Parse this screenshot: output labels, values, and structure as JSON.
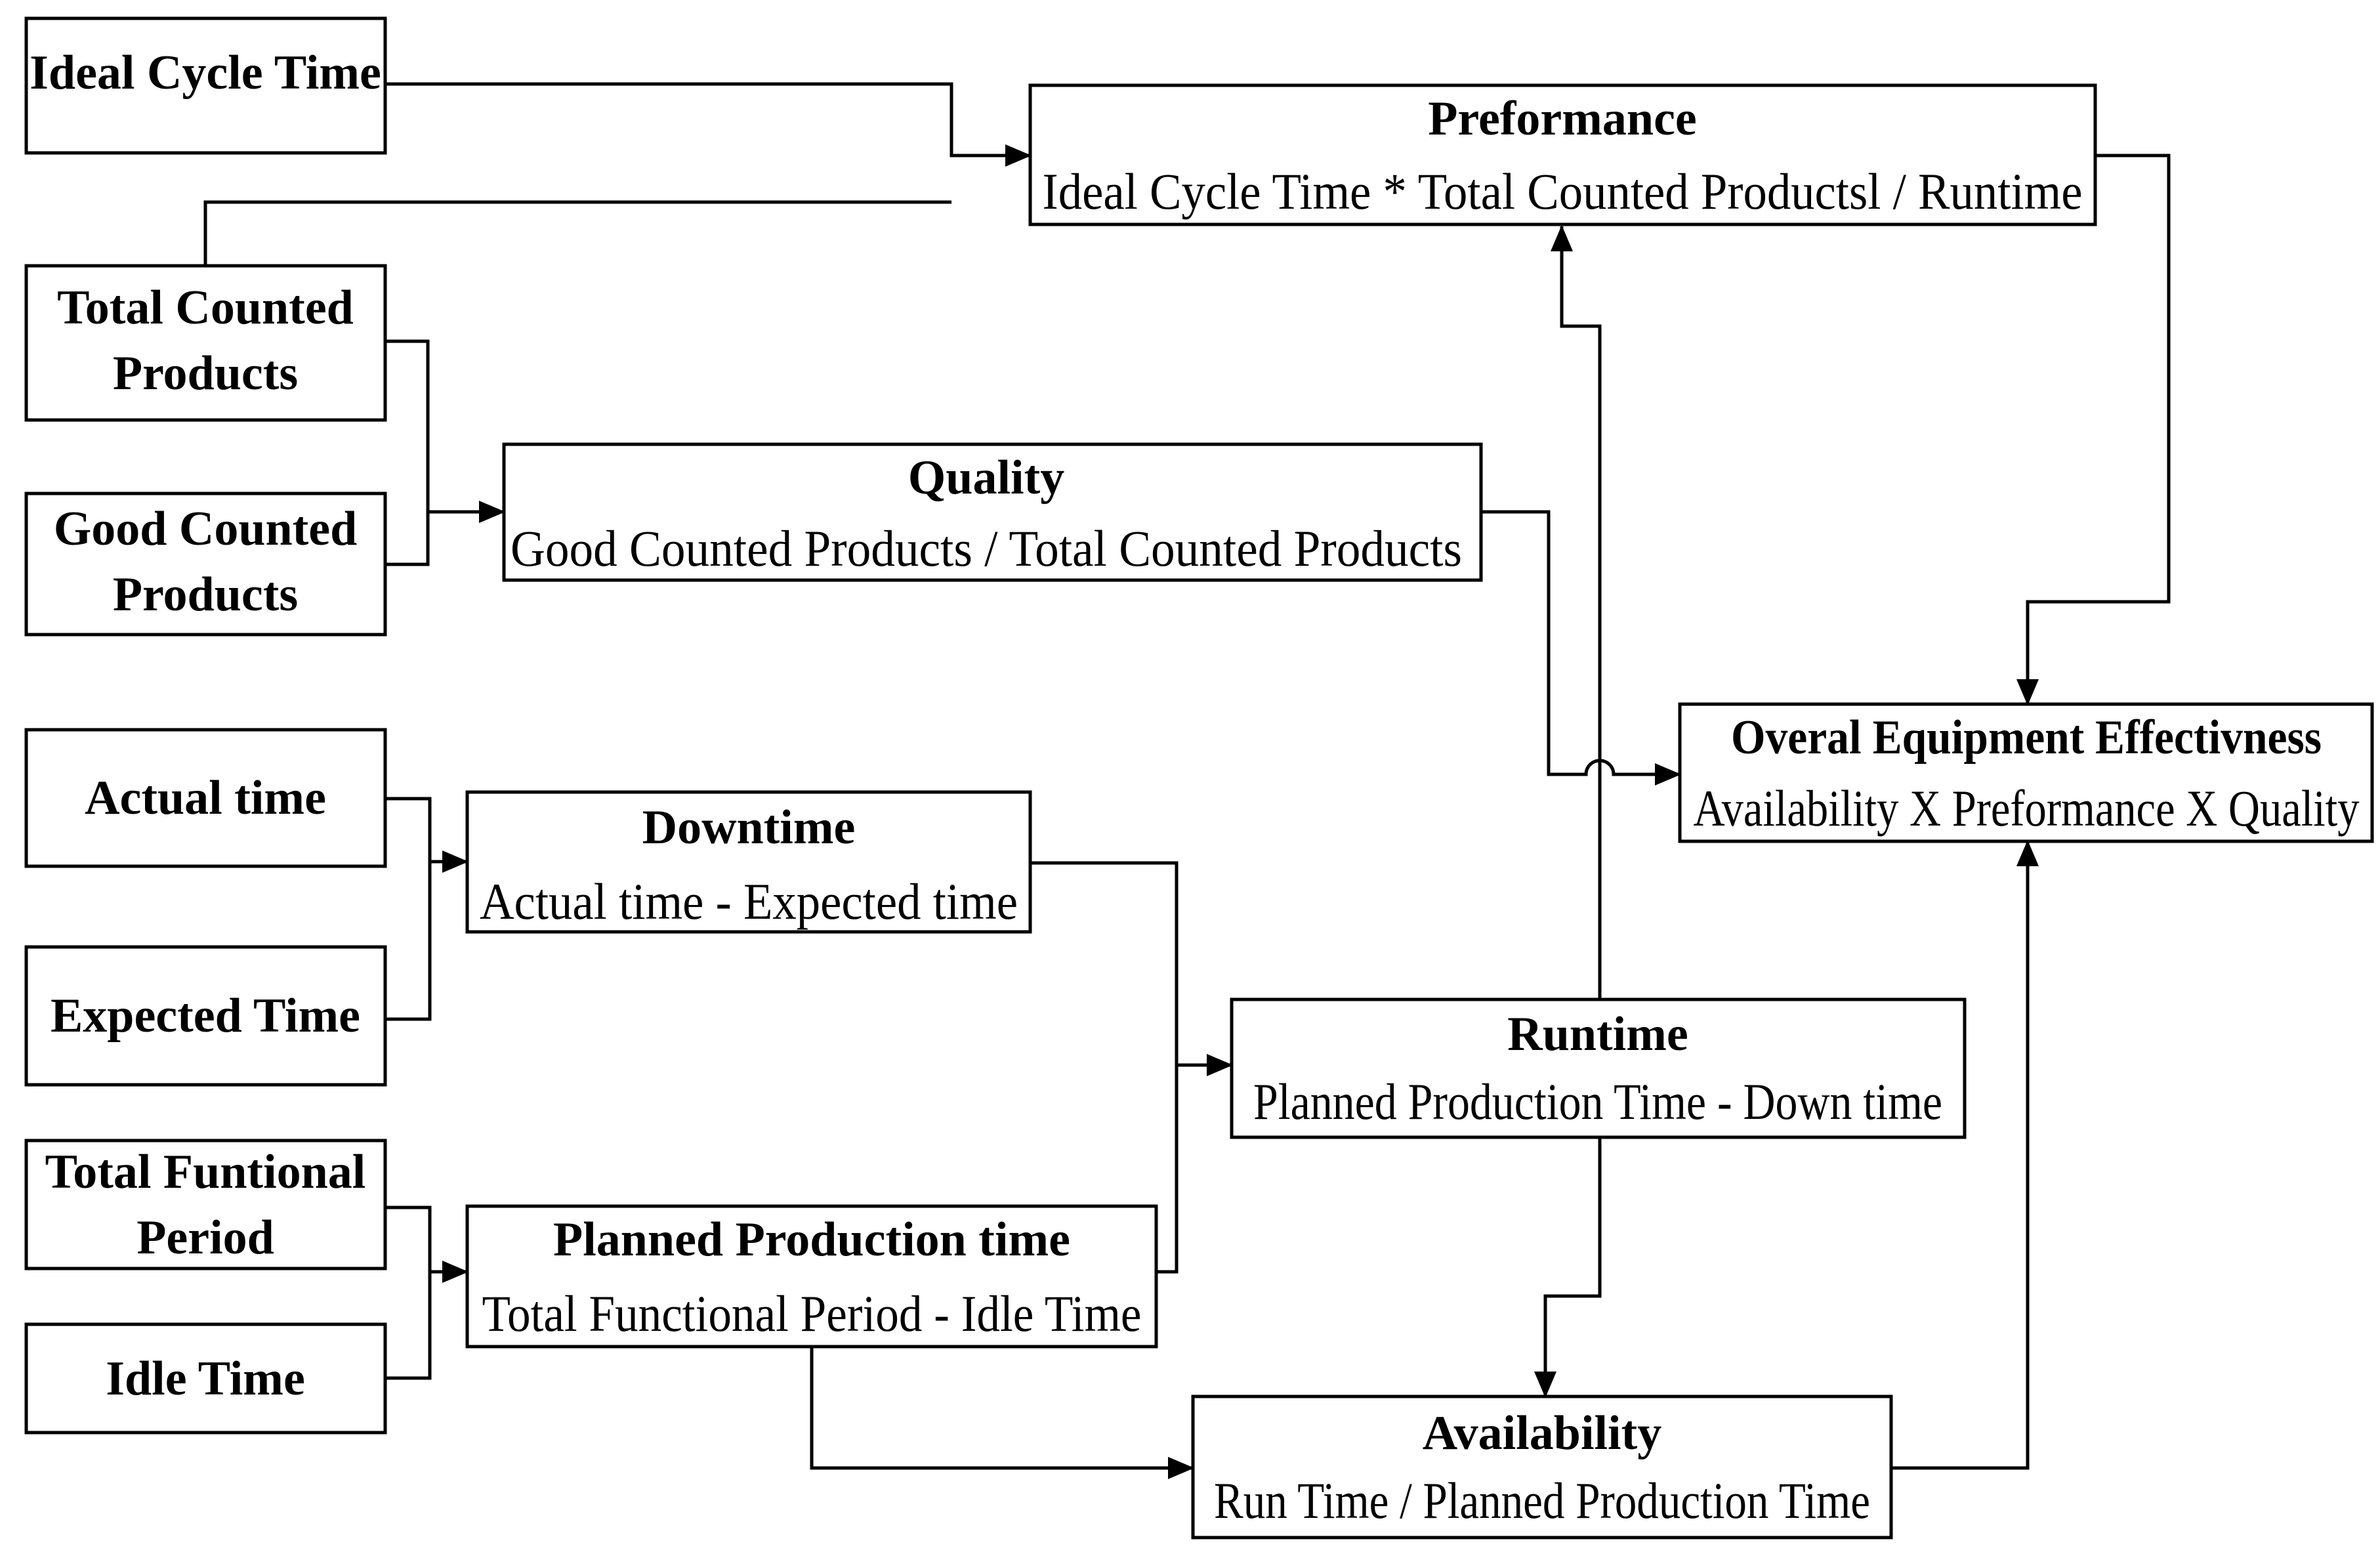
{
  "inputs": {
    "ideal_cycle_time": [
      "Ideal Cycle Time"
    ],
    "total_counted_products": [
      "Total Counted",
      "Products"
    ],
    "good_counted_products": [
      "Good Counted",
      "Products"
    ],
    "actual_time": [
      "Actual time"
    ],
    "expected_time": [
      "Expected Time"
    ],
    "total_functional_period": [
      "Total Funtional",
      "Period"
    ],
    "idle_time": [
      "Idle Time"
    ]
  },
  "metrics": {
    "performance": {
      "title": "Preformance",
      "formula": "Ideal Cycle Time * Total Counted Productsl / Runtime"
    },
    "quality": {
      "title": "Quality",
      "formula": "Good Counted Products / Total Counted Products"
    },
    "downtime": {
      "title": "Downtime",
      "formula": "Actual time - Expected time"
    },
    "runtime": {
      "title": "Runtime",
      "formula": "Planned Production Time - Down time"
    },
    "planned_production_time": {
      "title": "Planned Production time",
      "formula": "Total Functional Period - Idle Time"
    },
    "availability": {
      "title": "Availability",
      "formula": "Run Time / Planned Production Time"
    },
    "oee": {
      "title": "Overal Equipment Effectivness",
      "formula": "Availability X Preformance X Quality"
    }
  },
  "edges": [
    {
      "from": "ideal_cycle_time",
      "to": "performance"
    },
    {
      "from": "total_counted_products",
      "to": "performance"
    },
    {
      "from": "total_counted_products",
      "to": "quality"
    },
    {
      "from": "good_counted_products",
      "to": "quality"
    },
    {
      "from": "actual_time",
      "to": "downtime"
    },
    {
      "from": "expected_time",
      "to": "downtime"
    },
    {
      "from": "total_functional_period",
      "to": "planned_production_time"
    },
    {
      "from": "idle_time",
      "to": "planned_production_time"
    },
    {
      "from": "downtime",
      "to": "runtime"
    },
    {
      "from": "planned_production_time",
      "to": "runtime"
    },
    {
      "from": "planned_production_time",
      "to": "availability"
    },
    {
      "from": "runtime",
      "to": "performance"
    },
    {
      "from": "runtime",
      "to": "availability"
    },
    {
      "from": "performance",
      "to": "oee"
    },
    {
      "from": "quality",
      "to": "oee"
    },
    {
      "from": "availability",
      "to": "oee"
    }
  ]
}
